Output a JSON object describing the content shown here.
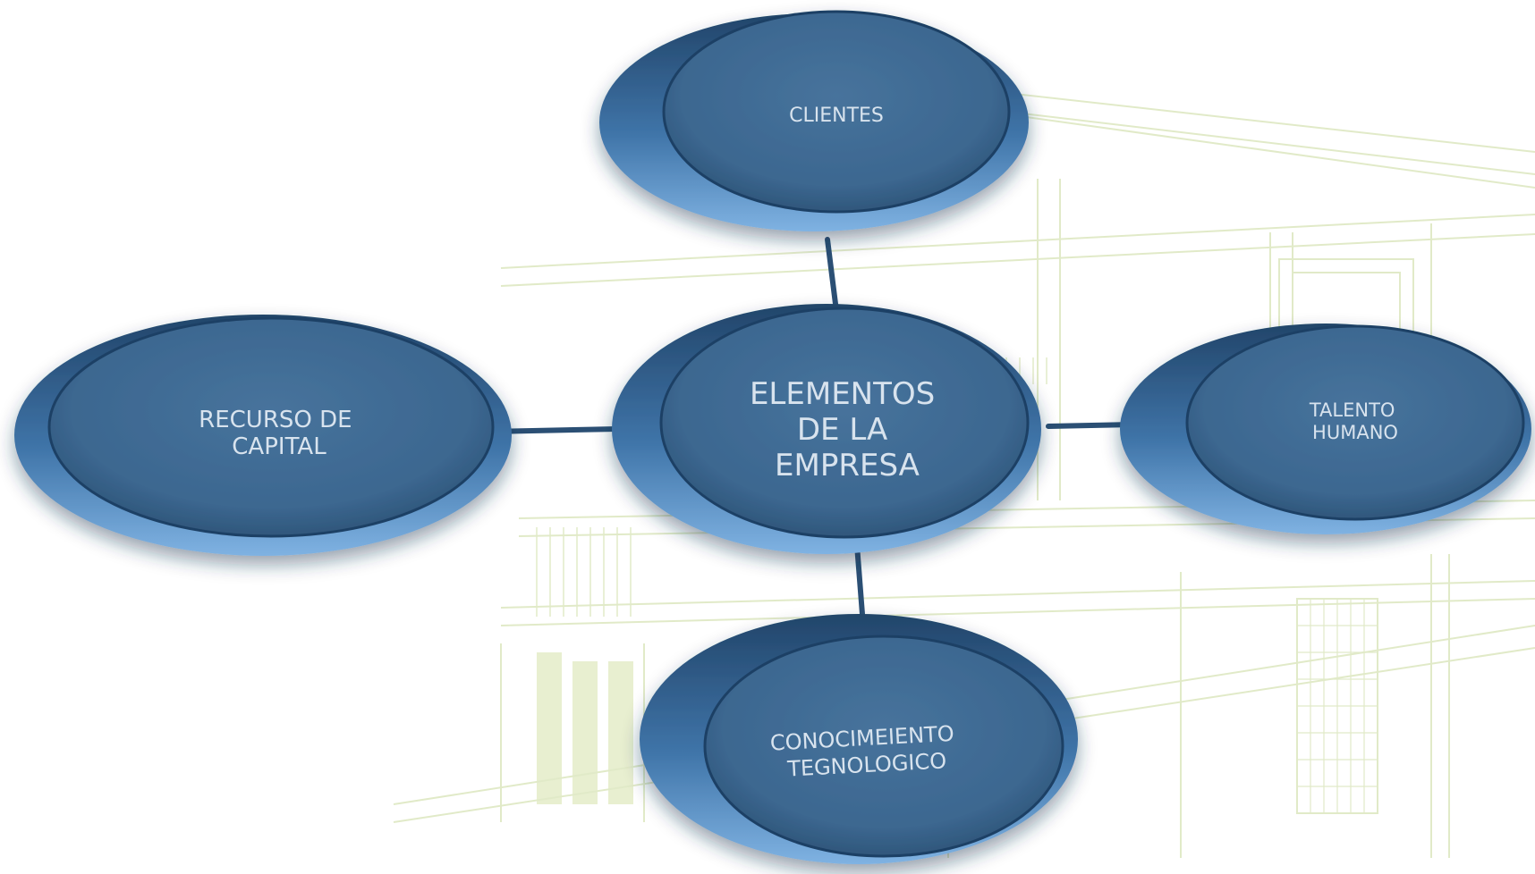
{
  "diagram": {
    "center": {
      "lines": [
        "ELEMENTOS",
        "DE LA",
        "EMPRESA"
      ]
    },
    "nodes": [
      {
        "id": "clientes",
        "lines": [
          "CLIENTES"
        ]
      },
      {
        "id": "recurso",
        "lines": [
          "RECURSO DE",
          "CAPITAL"
        ]
      },
      {
        "id": "talento",
        "lines": [
          "TALENTO",
          "HUMANO"
        ]
      },
      {
        "id": "conocimiento",
        "lines": [
          "CONOCIMEIENTO",
          "TEGNOLOGICO"
        ]
      }
    ]
  },
  "colors": {
    "node_fill": "#3f6a93",
    "node_rim": "#5d96cc",
    "node_edge": "#1d3c5c",
    "connector": "#2b4f74",
    "label": "#d8e3ee",
    "watermark": "#d9e5b8"
  }
}
